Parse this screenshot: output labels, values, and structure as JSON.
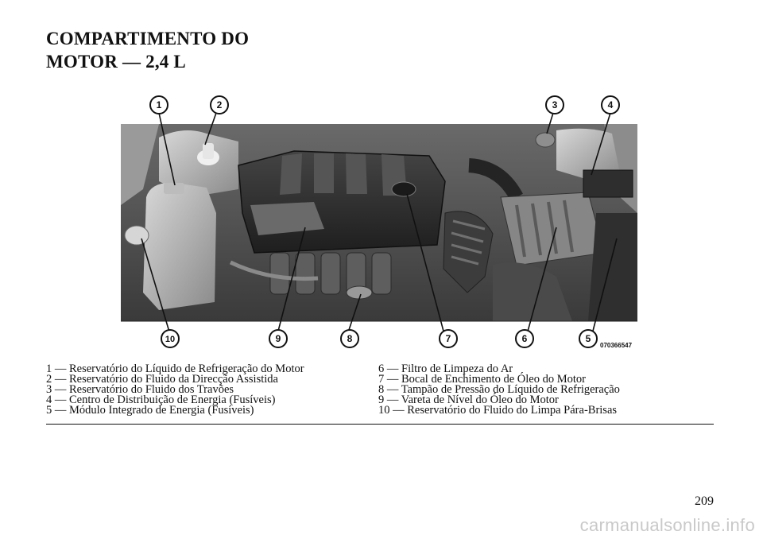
{
  "document": {
    "title_lines": [
      "COMPARTIMENTO DO",
      "MOTOR — 2,4 L"
    ],
    "image_code": "070366547",
    "callouts": [
      "1",
      "2",
      "3",
      "4",
      "5",
      "6",
      "7",
      "8",
      "9",
      "10"
    ],
    "legend_left": [
      "1 — Reservatório do Líquido de Refrigeração do Motor",
      "2 — Reservatório do Fluido da Direcção Assistida",
      "3 — Reservatório do Fluido dos Travões",
      "4 — Centro de Distribuição de Energia (Fusíveis)",
      "5 — Módulo Integrado de Energia (Fusíveis)"
    ],
    "legend_right": [
      "6 — Filtro de Limpeza do Ar",
      "7 — Bocal de Enchimento de Óleo do Motor",
      "8 — Tampão de Pressão do Líquido de Refrigeração",
      "9 — Vareta de Nível do Óleo do Motor",
      "10 — Reservatório do Fluido do Limpa Pára-Brisas"
    ],
    "page_number": "209",
    "watermark": "carmanualsonline.info"
  }
}
